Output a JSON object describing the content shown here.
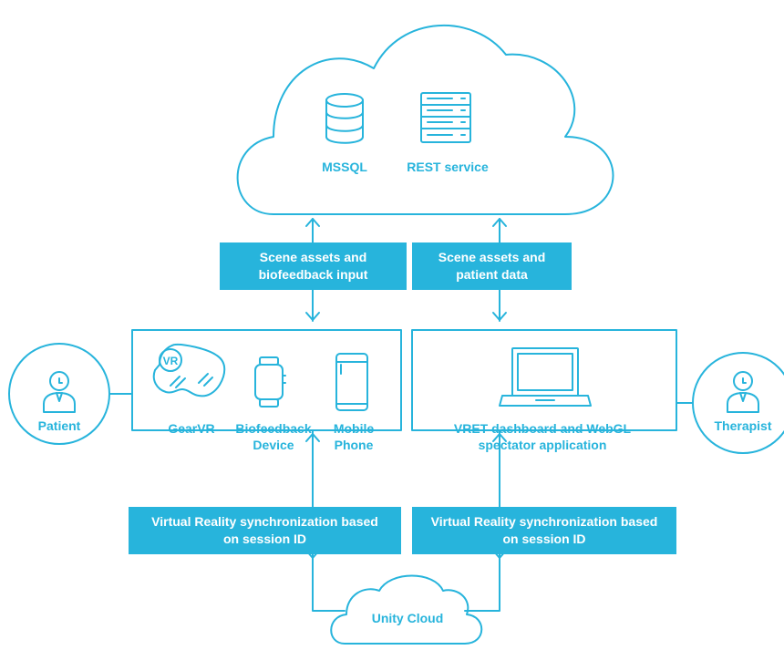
{
  "colors": {
    "accent": "#27b4dc",
    "background": "#ffffff"
  },
  "cloud": {
    "mssql": "MSSQL",
    "rest": "REST service"
  },
  "connectors": {
    "top_left": "Scene assets and biofeedback input",
    "top_right": "Scene assets and patient data",
    "bottom_left": "Virtual Reality synchronization based on session ID",
    "bottom_right": "Virtual Reality synchronization based on session ID"
  },
  "devices": {
    "gearvr": "GearVR",
    "biofeedback": "Biofeedback Device",
    "phone": "Mobile Phone",
    "vr_badge": "VR"
  },
  "dashboard": {
    "label": "VRET dashboard and WebGL spectator application"
  },
  "actors": {
    "patient": "Patient",
    "therapist": "Therapist"
  },
  "unity": {
    "label": "Unity Cloud"
  },
  "icons": [
    "database-icon",
    "server-icon",
    "vr-headset-icon",
    "smartwatch-icon",
    "smartphone-icon",
    "laptop-icon",
    "person-icon"
  ]
}
